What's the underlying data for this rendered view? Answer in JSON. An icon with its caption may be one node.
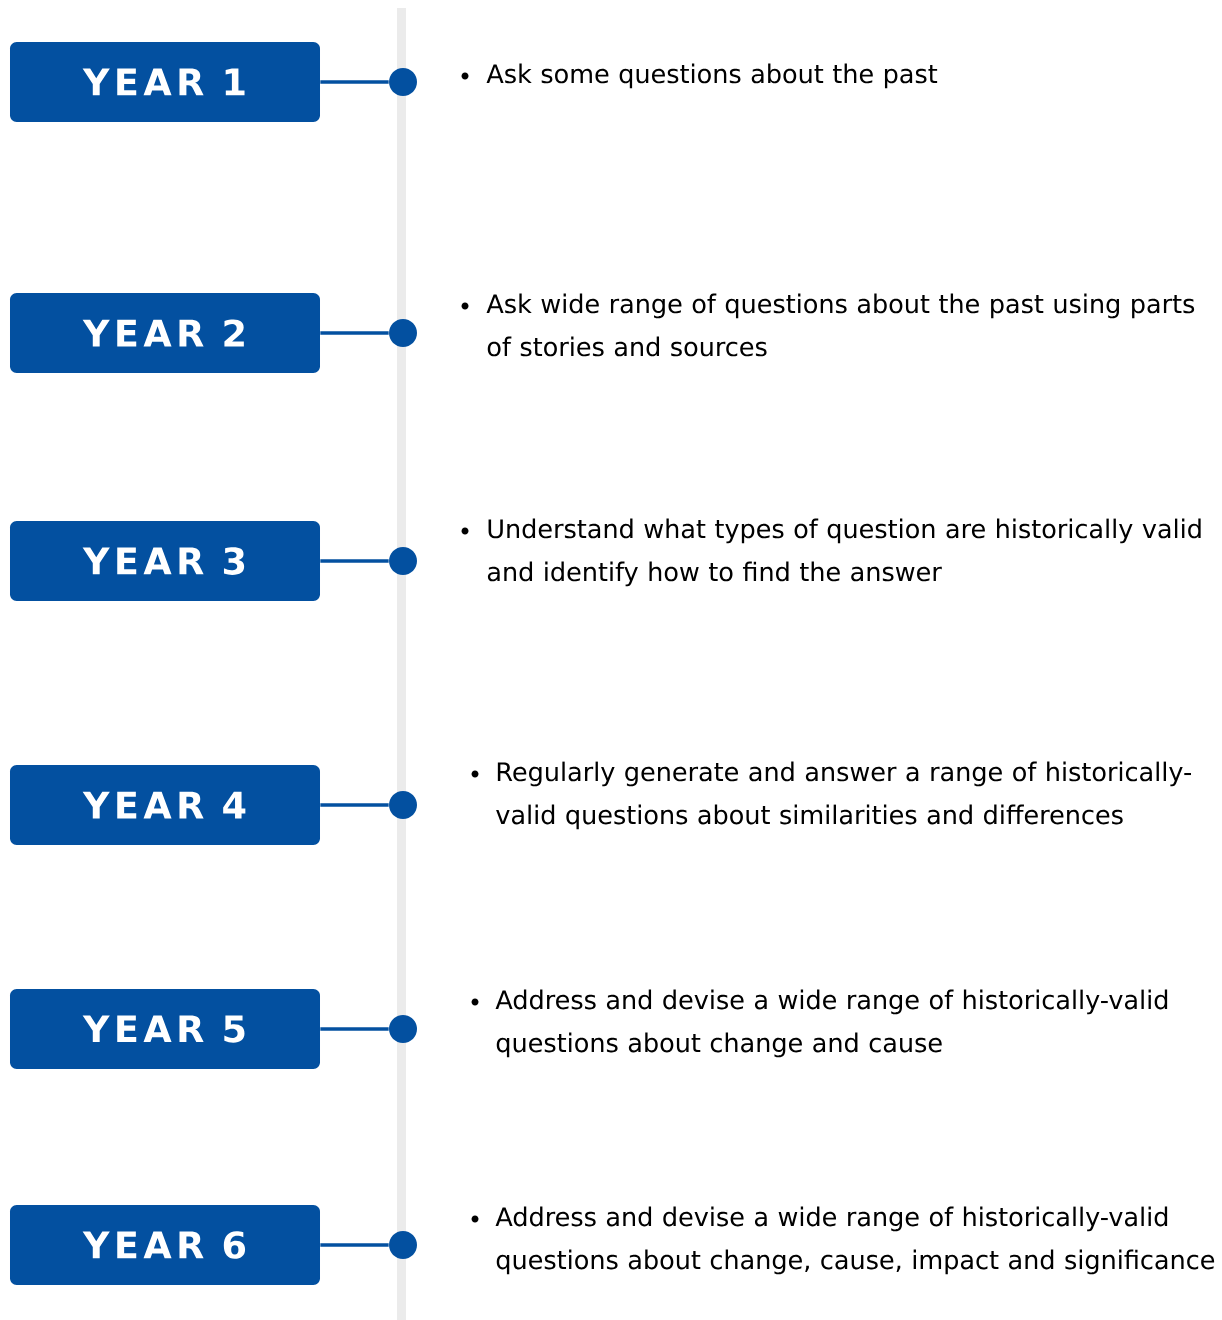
{
  "diagram": {
    "nodes": [
      {
        "text": [
          "YEAR 1"
        ]
      },
      {
        "text": [],
        "shape": "circle"
      },
      {
        "text": [
          "YEAR 2"
        ]
      },
      {
        "text": [],
        "shape": "circle"
      },
      {
        "text": [
          "YEAR 3"
        ]
      },
      {
        "text": [],
        "shape": "circle"
      },
      {
        "text": [
          "YEAR 4"
        ]
      },
      {
        "text": [],
        "shape": "circle"
      },
      {
        "text": [
          "YEAR 5"
        ]
      },
      {
        "text": [],
        "shape": "circle"
      },
      {
        "text": [
          "YEAR 6"
        ]
      },
      {
        "text": [],
        "shape": "circle"
      }
    ],
    "edges": [
      {
        "from": 0,
        "to": 1,
        "arrow": "none"
      },
      {
        "from": 2,
        "to": 3,
        "arrow": "none"
      },
      {
        "from": 4,
        "to": 5,
        "arrow": "none"
      },
      {
        "from": 6,
        "to": 7,
        "arrow": "none"
      },
      {
        "from": 8,
        "to": 9,
        "arrow": "none"
      },
      {
        "from": 10,
        "to": 11,
        "arrow": "none"
      }
    ],
    "labels": [
      "Ask some questions about the past",
      "Ask wide range of questions about the past using parts of stories and sources",
      "Understand what types of question are historically valid and identify how to find the answer",
      "Regularly generate and answer a range of historically-valid questions about similarities and differences",
      "Address and devise a wide range of historically-valid questions about change and cause",
      "Address and devise a wide range of historically-valid questions about change, cause, impact and significance"
    ]
  }
}
